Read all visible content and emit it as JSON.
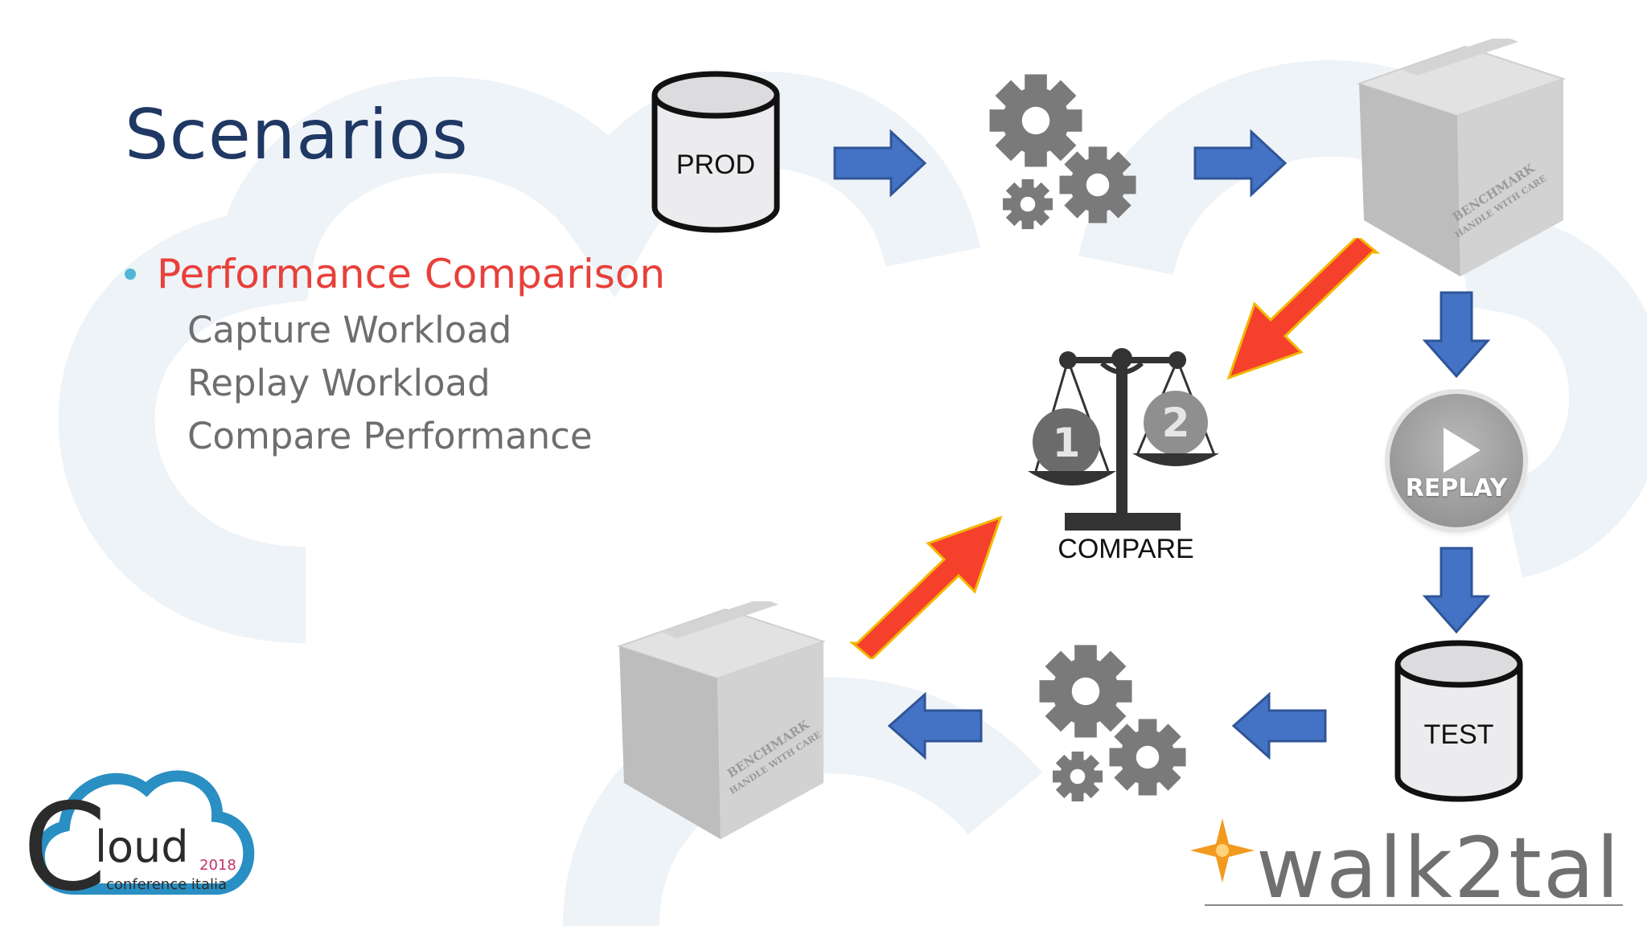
{
  "slide": {
    "title": "Scenarios",
    "bullet": "Performance Comparison",
    "subitems": [
      "Capture Workload",
      "Replay Workload",
      "Compare Performance"
    ]
  },
  "diagram": {
    "prod_label": "PROD",
    "test_label": "TEST",
    "compare_label": "COMPARE",
    "replay_label": "REPLAY",
    "pan_left_number": "1",
    "pan_right_number": "2",
    "box_stamp_line1": "BENCHMARK",
    "box_stamp_line2": "HANDLE WITH CARE"
  },
  "logos": {
    "cloud_main": "loud",
    "cloud_year": "2018",
    "cloud_sub": "conference italia",
    "walk2talk": "walk2talk"
  },
  "colors": {
    "title": "#1f3864",
    "bullet": "#e8403a",
    "bullet_dot": "#4fb7d4",
    "subtext": "#6e6e70",
    "blue_arrow": "#4472c4",
    "red_arrow": "#f5402c",
    "gear": "#7a7a7a"
  }
}
